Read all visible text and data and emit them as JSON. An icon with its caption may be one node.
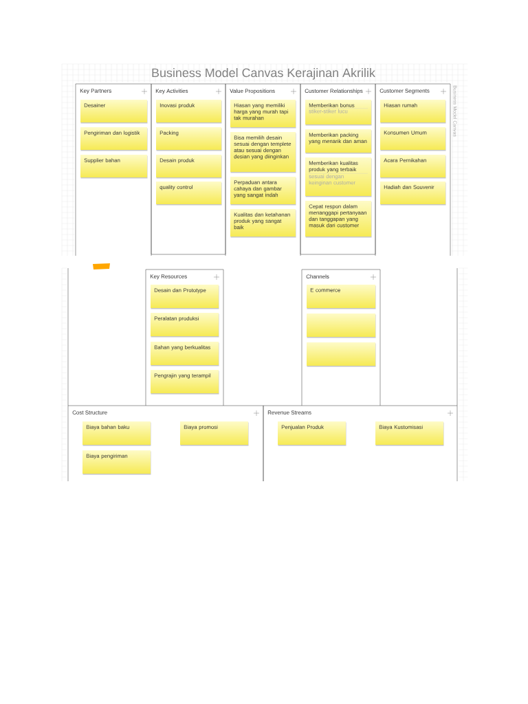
{
  "diagram": {
    "title": "Business Model Canvas Kerajinan Akrilik",
    "nodes": [
      {
        "text": [
          "Key Partners"
        ]
      },
      {
        "text": [
          "Desainer"
        ],
        "in": 0
      },
      {
        "text": [
          "Pengiriman dan logistik"
        ],
        "in": 0
      },
      {
        "text": [
          "Supplier bahan"
        ],
        "in": 0
      },
      {
        "text": [
          "Key Activities"
        ]
      },
      {
        "text": [
          "Inovasi produk"
        ],
        "in": 4
      },
      {
        "text": [
          "Packing"
        ],
        "in": 4
      },
      {
        "text": [
          "Desain produk"
        ],
        "in": 4
      },
      {
        "text": [
          "quality control"
        ],
        "in": 4
      },
      {
        "text": [
          "Value Propositions"
        ]
      },
      {
        "text": [
          "Hiasan yang memiliki harga yang murah tapi tak murahan"
        ],
        "in": 9
      },
      {
        "text": [
          "Bisa memilih desain sesuai dengan templete atau sesuai dengan desian yang diinginkan"
        ],
        "in": 9
      },
      {
        "text": [
          "Perpaduan antara cahaya dan gambar yang sangat indah"
        ],
        "in": 9
      },
      {
        "text": [
          "Kualitas dan ketahanan produk yang sangat baik"
        ],
        "in": 9
      },
      {
        "text": [
          "Customer Relationships"
        ]
      },
      {
        "text": [
          "Memberikan bonus",
          "stiker-stiker lucu"
        ],
        "in": 14
      },
      {
        "text": [
          "Memberikan packing yang menarik dan aman"
        ],
        "in": 14
      },
      {
        "text": [
          "Memberikan kualitas produk yang terbaik",
          "sesuai dengan keinginan customer"
        ],
        "in": 14
      },
      {
        "text": [
          "Cepat respon dalam menanggapi pertanyaan dan tanggapan yang masuk dari customer"
        ],
        "in": 14
      },
      {
        "text": [
          "Customer Segments"
        ]
      },
      {
        "text": [
          "Hiasan rumah"
        ],
        "in": 19
      },
      {
        "text": [
          "Konsumen Umum"
        ],
        "in": 19
      },
      {
        "text": [
          "Acara Pernikahan"
        ],
        "in": 19
      },
      {
        "text": [
          "Hadiah dan Souvenir"
        ],
        "in": 19
      },
      {
        "text": [
          "Key Resources"
        ]
      },
      {
        "text": [
          "Desain dan Prototype"
        ],
        "in": 24
      },
      {
        "text": [
          "Peralatan produksi"
        ],
        "in": 24
      },
      {
        "text": [
          "Bahan yang berkualitas"
        ],
        "in": 24
      },
      {
        "text": [
          "Pengrajin yang terampil"
        ],
        "in": 24
      },
      {
        "text": [
          "Channels"
        ]
      },
      {
        "text": [
          "E commerce"
        ],
        "in": 29
      },
      {
        "text": [],
        "shape": "box",
        "in": 29
      },
      {
        "text": [],
        "shape": "box",
        "in": 29
      },
      {
        "text": [
          "Cost Structure"
        ]
      },
      {
        "text": [
          "Biaya bahan baku"
        ],
        "in": 33
      },
      {
        "text": [
          "Biaya promosi"
        ],
        "in": 33
      },
      {
        "text": [
          "Biaya pengiriman"
        ],
        "in": 33
      },
      {
        "text": [
          "Revenue Streams"
        ]
      },
      {
        "text": [
          "Penjualan Produk"
        ],
        "in": 37
      },
      {
        "text": [
          "Biaya Kustomisasi"
        ],
        "in": 37
      }
    ],
    "labels": [
      "Business Model Canvas"
    ]
  }
}
